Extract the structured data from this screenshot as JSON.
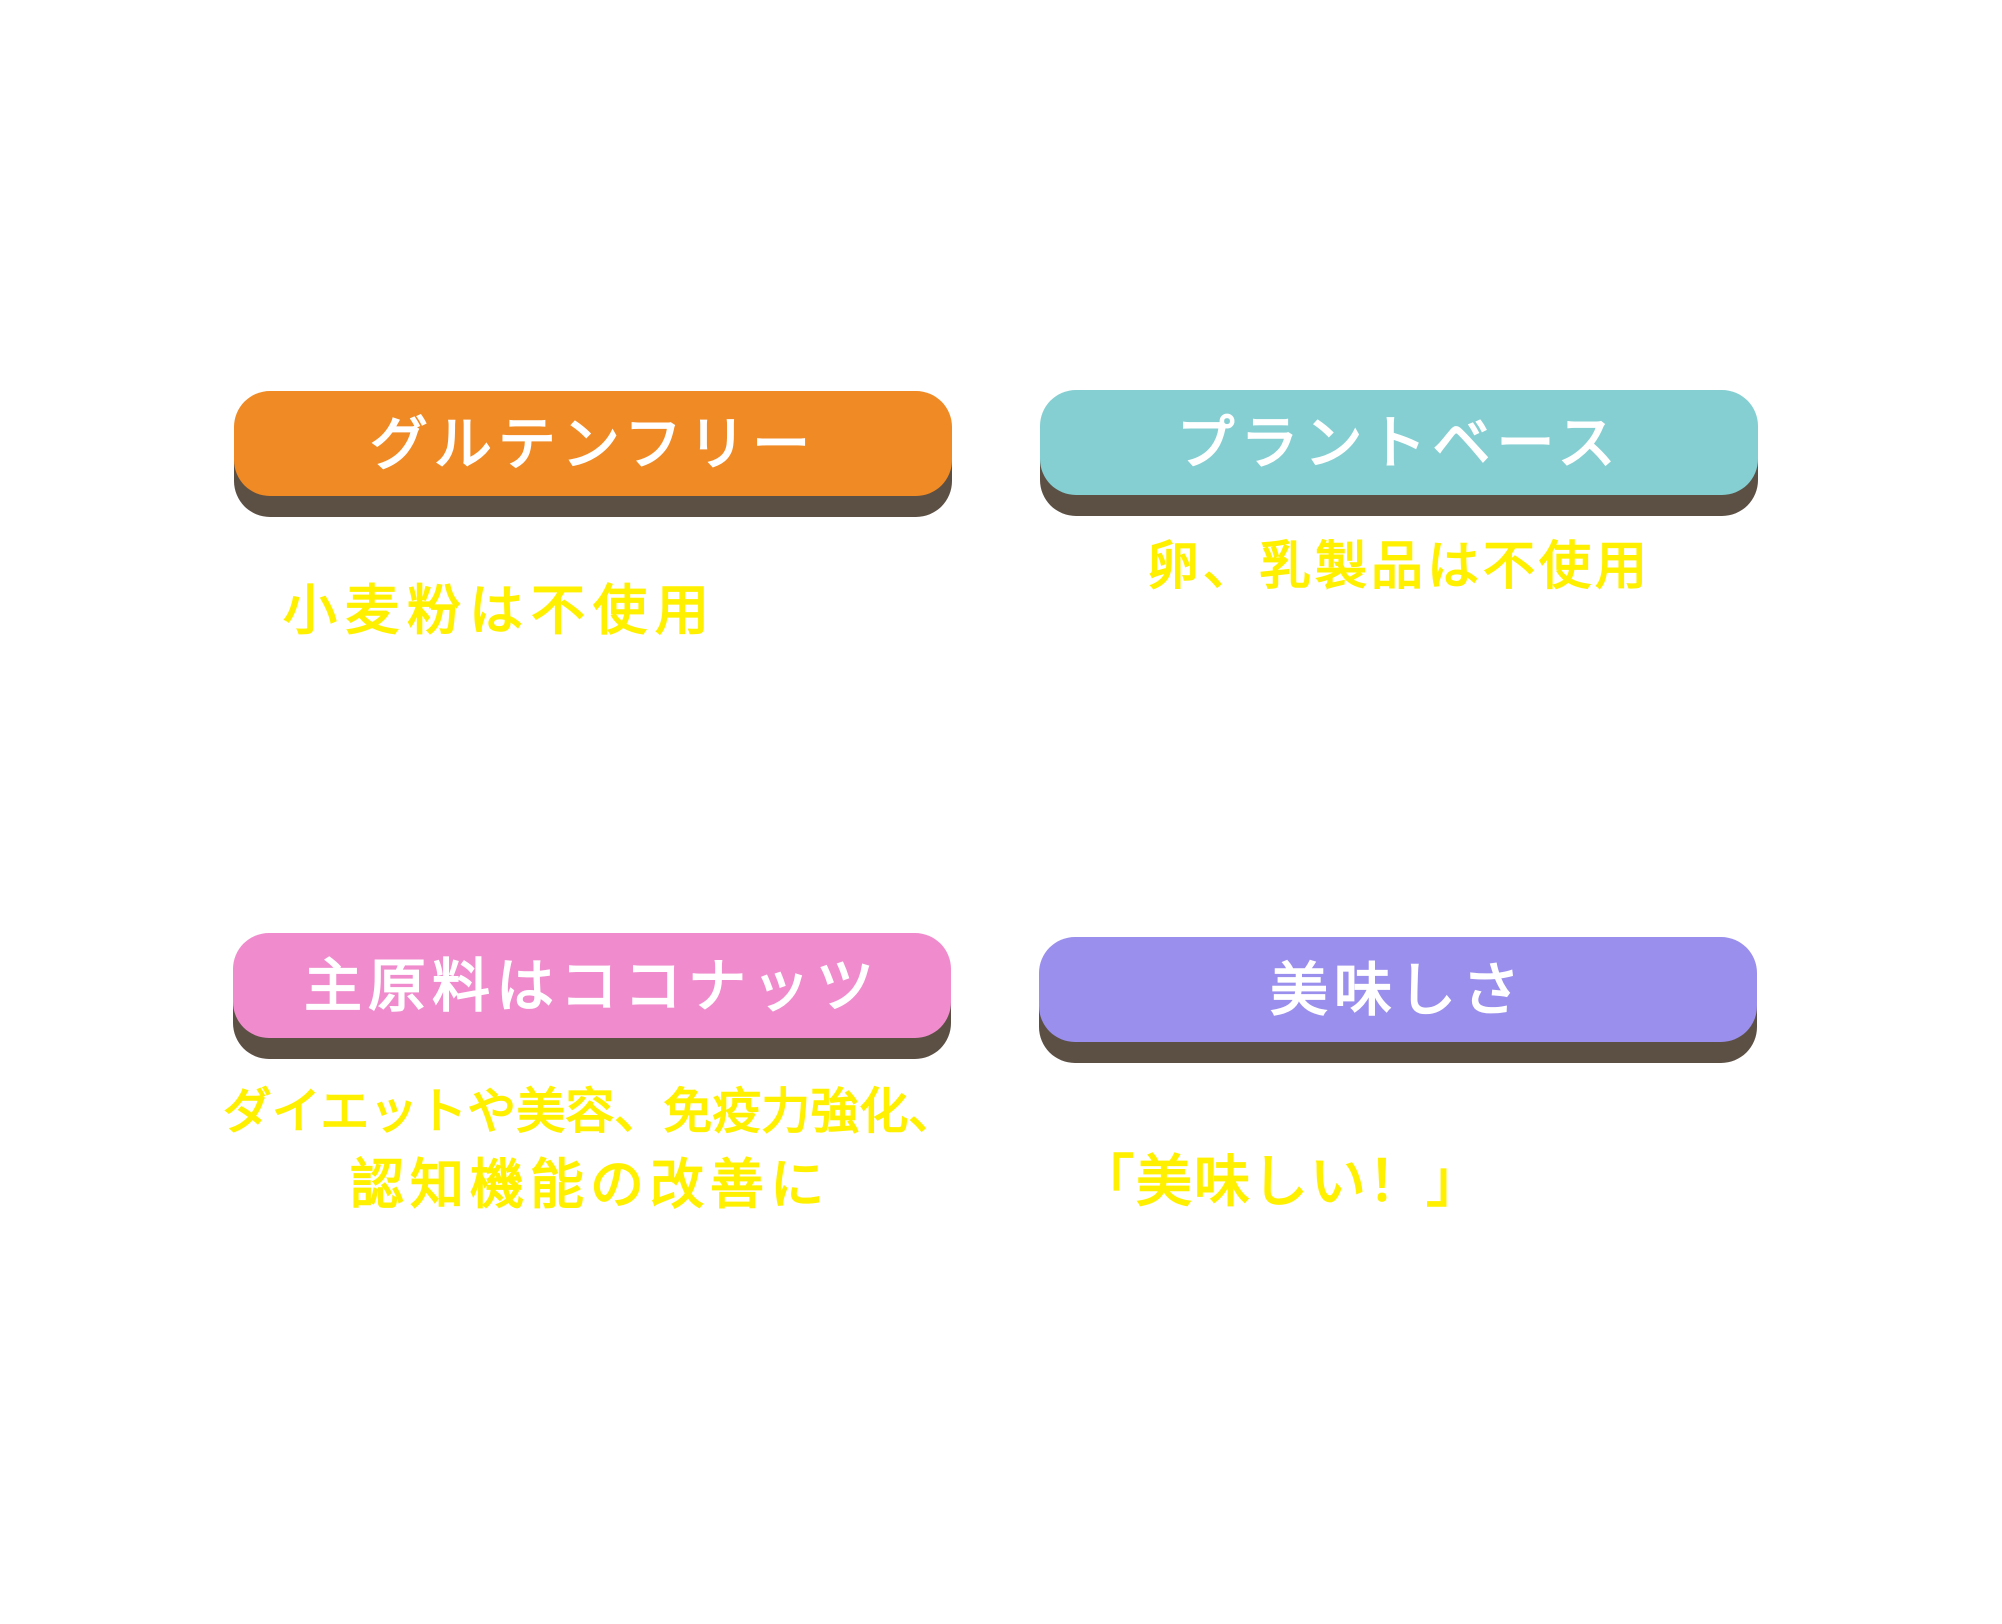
{
  "colors": {
    "orange": "#F08A24",
    "teal": "#85CFD2",
    "pink": "#F08CCD",
    "purple": "#9A8FEC",
    "shadow": "#5C5045",
    "label_text": "#FFFFFF",
    "sub_text": "#FFF000"
  },
  "cards": [
    {
      "title": "グルテンフリー",
      "subtitle_lines": [
        "小麦粉は不使用"
      ]
    },
    {
      "title": "プラントベース",
      "subtitle_lines": [
        "卵、乳製品は不使用"
      ]
    },
    {
      "title": "主原料はココナッツ",
      "subtitle_lines": [
        "ダイエットや美容、免疫力強化、",
        "認知機能の改善に"
      ]
    },
    {
      "title": "美味しさ",
      "subtitle_lines": [
        "「美味しい！」"
      ]
    }
  ]
}
